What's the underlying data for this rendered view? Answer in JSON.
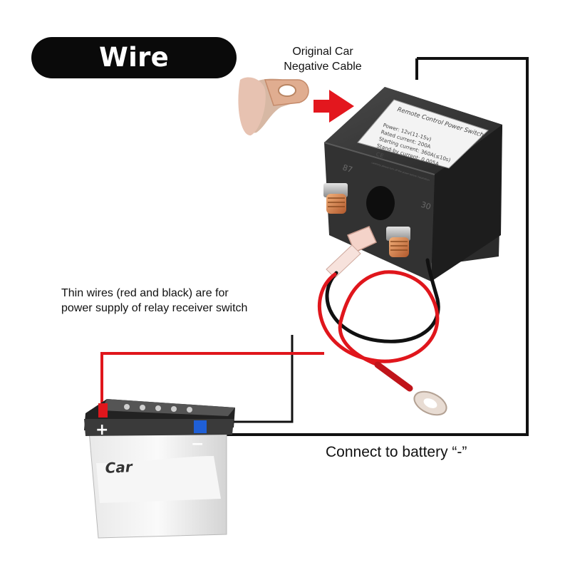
{
  "title": "Wire Diagram",
  "original_cable": {
    "line1": "Original Car",
    "line2": "Negative Cable"
  },
  "thin_wires_note": {
    "line1": "Thin wires (red and black) are for",
    "line2": "power supply of relay receiver switch"
  },
  "connect_label": "Connect to battery “-”",
  "relay": {
    "label_title": "Remote Control Power Switch",
    "spec_power": "Power: 12v(11-15v)",
    "spec_rated": "Rated current: 200A",
    "spec_starting": "Starting current: 360A(≤10s)",
    "spec_standby": "Stand-by current: 0.005A",
    "cert_mark": "CE",
    "tiny_text": "carefully please turn off the power before installation",
    "terminal_left": "87",
    "terminal_right": "30"
  },
  "battery": {
    "brand": "Car",
    "plus": "+",
    "minus": "−"
  },
  "colors": {
    "red_wire": "#e0161c",
    "black_wire": "#111111",
    "arrow": "#e3171e",
    "relay_body": "#2b2b2b"
  }
}
